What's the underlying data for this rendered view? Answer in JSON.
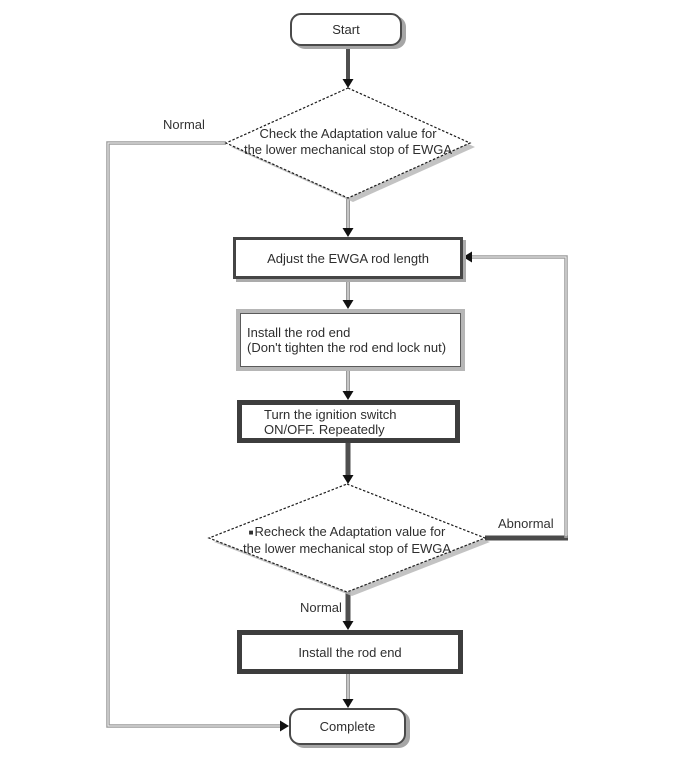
{
  "nodes": {
    "start": {
      "label": "Start",
      "type": "terminator"
    },
    "check_adaptation": {
      "line1": "Check the Adaptation value for",
      "line2": "the lower mechanical stop of EWGA",
      "type": "decision"
    },
    "adjust_rod": {
      "label": "Adjust the EWGA rod length",
      "type": "process"
    },
    "install_rod_loose": {
      "line1": "Install the rod end",
      "line2": "(Don't tighten the rod end lock nut)",
      "type": "process"
    },
    "ignition_cycle": {
      "line1": "Turn the ignition switch",
      "line2": "ON/OFF. Repeatedly",
      "type": "process"
    },
    "recheck_adaptation": {
      "line1": "Recheck the Adaptation value for",
      "line2": "the lower mechanical stop of EWGA",
      "type": "decision"
    },
    "install_rod_final": {
      "label": "Install the rod end",
      "type": "process"
    },
    "complete": {
      "label": "Complete",
      "type": "terminator"
    }
  },
  "edge_labels": {
    "check_normal": "Normal",
    "recheck_abnormal": "Abnormal",
    "recheck_normal": "Normal"
  },
  "icons": {
    "bullet": "■"
  },
  "colors": {
    "background": "#ffffff",
    "box_border_dark": "#3d3d3d",
    "connector_gray": "#9a9a9a",
    "connector_dark": "#4f4f4f",
    "shadow_gray": "#ababab",
    "text": "#2e2e2e"
  }
}
